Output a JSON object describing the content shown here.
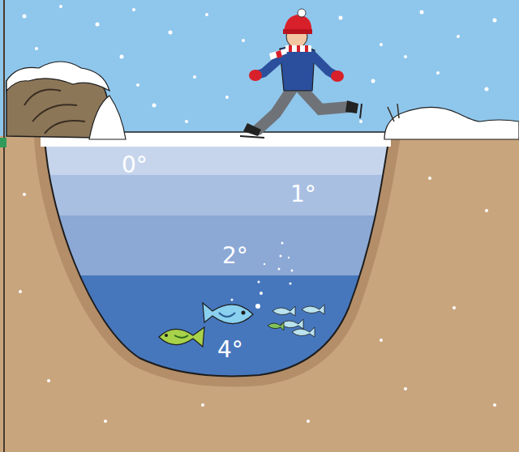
{
  "diagram": {
    "labels": [
      "0°",
      "1°",
      "2°",
      "4°"
    ]
  }
}
